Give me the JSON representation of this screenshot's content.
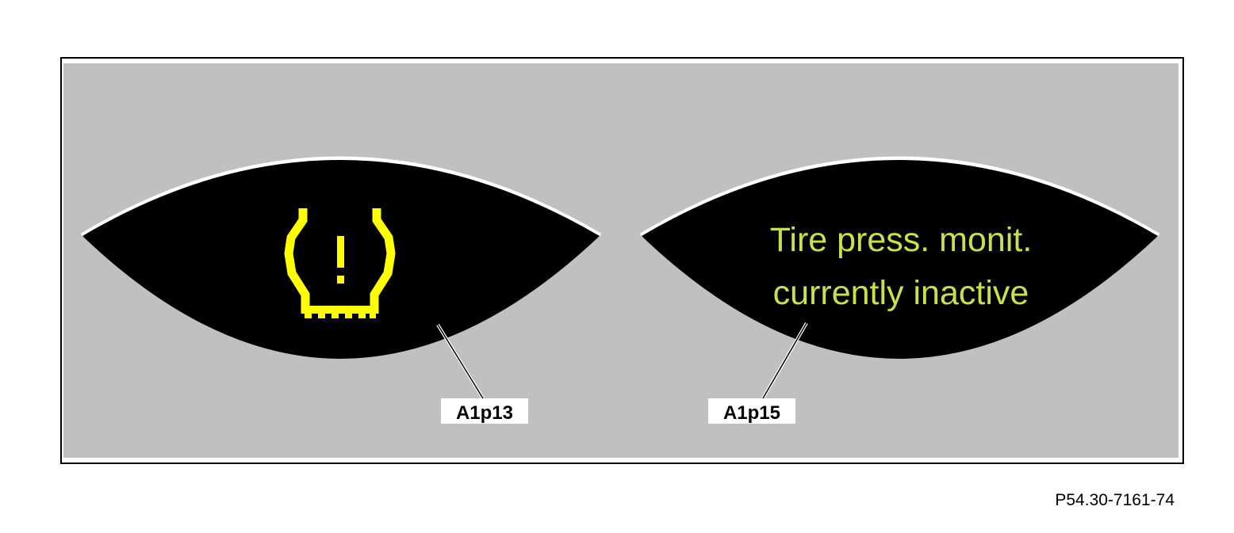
{
  "colors": {
    "panel_background": "#c0c0c0",
    "display_background": "#000000",
    "display_rim": "#ffffff",
    "warning_symbol": "#ffff00",
    "display_text": "#c8e04a"
  },
  "left_display": {
    "icon": "tire-pressure-warning-icon",
    "callout_label": "A1p13"
  },
  "right_display": {
    "message_line1": "Tire press. monit.",
    "message_line2": "currently inactive",
    "callout_label": "A1p15"
  },
  "figure_code": "P54.30-7161-74"
}
